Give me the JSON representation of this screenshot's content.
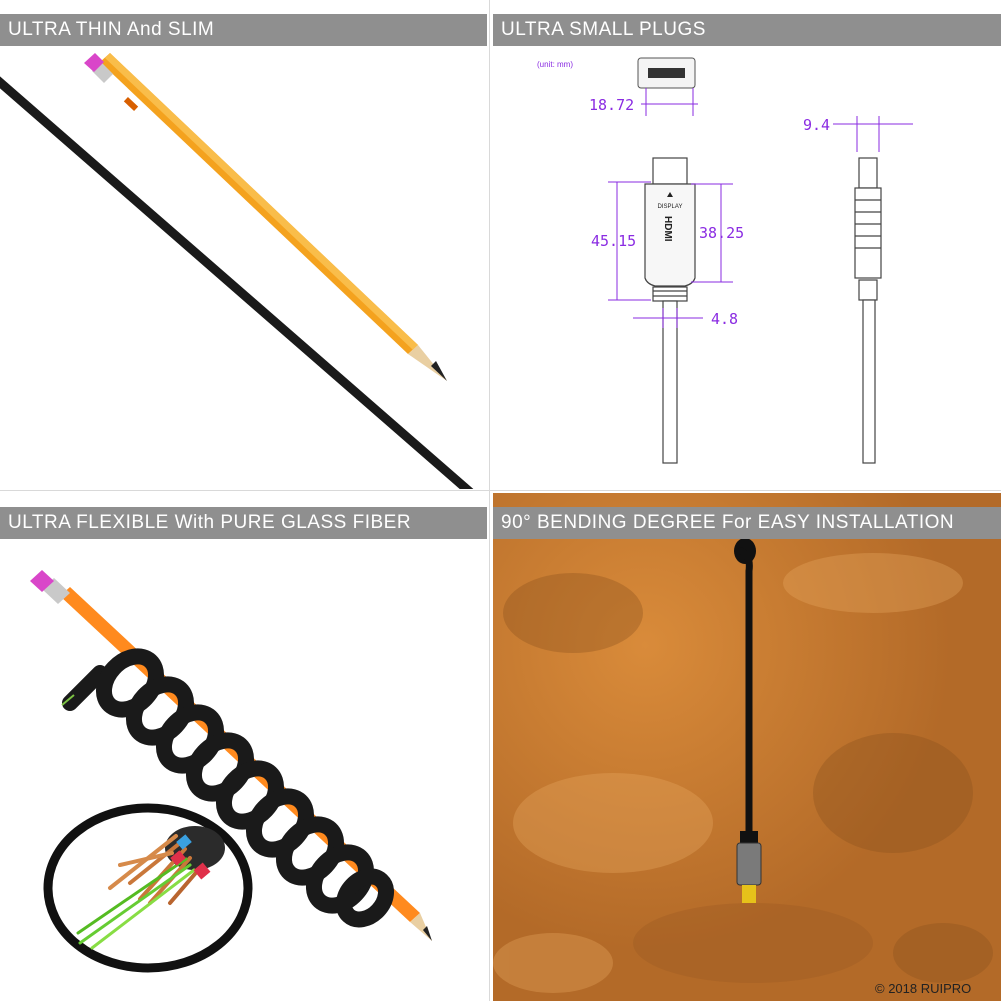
{
  "panels": {
    "thin": {
      "title": "ULTRA THIN And SLIM"
    },
    "plugs": {
      "title": "ULTRA SMALL PLUGS",
      "unit_note": "(unit: mm)",
      "dims": {
        "width": "18.72",
        "side": "9.4",
        "overall": "45.15",
        "body": "38.25",
        "cable": "4.8"
      },
      "plug_text": {
        "display": "DISPLAY",
        "hdmi": "HDMI"
      }
    },
    "flexible": {
      "title": "ULTRA FLEXIBLE With PURE GLASS FIBER"
    },
    "bending": {
      "title": "90° BENDING DEGREE For EASY INSTALLATION",
      "copyright": "© 2018  RUIPRO"
    }
  },
  "colors": {
    "header_bar": "#8f8f8f",
    "dimension": "#8a2be2",
    "pencil": "#f4a21e",
    "cable": "#1a1a1a",
    "wall": "#c8782e"
  }
}
